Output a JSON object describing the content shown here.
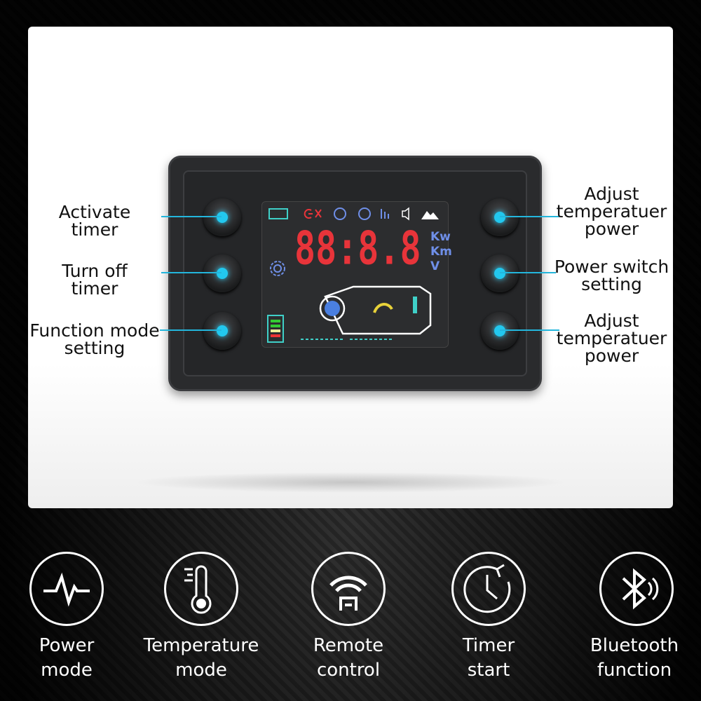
{
  "callouts": {
    "left": [
      "Activate\ntimer",
      "Turn off\ntimer",
      "Function mode\nsetting"
    ],
    "right": [
      "Adjust\ntemperatuer\npower",
      "Power switch\nsetting",
      "Adjust\ntemperatuer\npower"
    ]
  },
  "display": {
    "digits": "88:8.8",
    "units": [
      "Kw",
      "Km",
      "V"
    ]
  },
  "features": [
    {
      "label": "Power\nmode",
      "icon": "pulse-icon"
    },
    {
      "label": "Temperature\nmode",
      "icon": "thermometer-icon"
    },
    {
      "label": "Remote\ncontrol",
      "icon": "remote-signal-icon"
    },
    {
      "label": "Timer\nstart",
      "icon": "clock-icon"
    },
    {
      "label": "Bluetooth\nfunction",
      "icon": "bluetooth-icon"
    }
  ],
  "colors": {
    "accent": "#22c8ef",
    "digit": "#e8343a",
    "unit": "#6f8fe8"
  }
}
